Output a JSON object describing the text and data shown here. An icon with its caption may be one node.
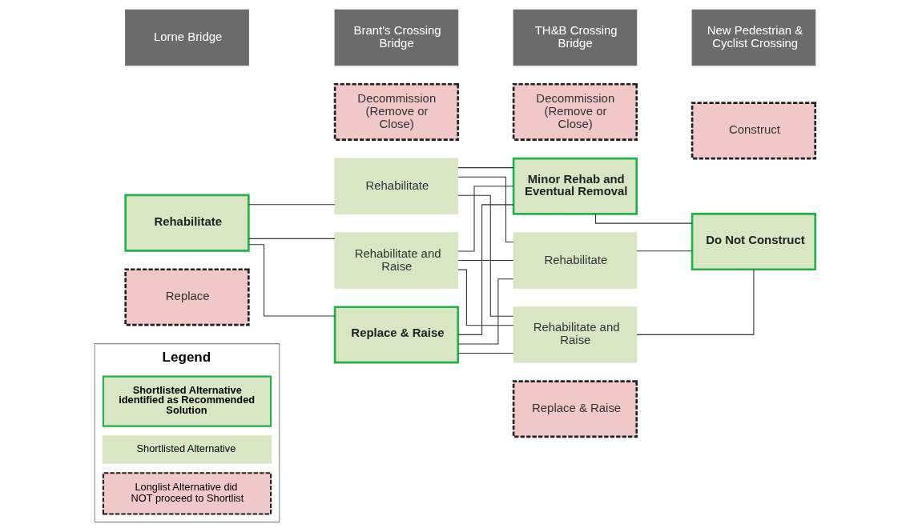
{
  "diagram": {
    "nodes": [
      {
        "text": [
          "Lorne Bridge"
        ]
      },
      {
        "text": [
          "Brant's Crossing Bridge"
        ]
      },
      {
        "text": [
          "TH&B Crossing Bridge"
        ]
      },
      {
        "text": [
          "New Pedestrian & Cyclist Crossing"
        ]
      },
      {
        "text": [
          "Rehabilitate"
        ]
      },
      {
        "text": [
          "Replace"
        ]
      },
      {
        "text": [
          "Decommission (Remove or Close)"
        ]
      },
      {
        "text": [
          "Rehabilitate"
        ]
      },
      {
        "text": [
          "Rehabilitate and Raise"
        ]
      },
      {
        "text": [
          "Replace & Raise"
        ]
      },
      {
        "text": [
          "Decommission (Remove or Close)"
        ]
      },
      {
        "text": [
          "Minor Rehab and Eventual Removal"
        ]
      },
      {
        "text": [
          "Rehabilitate"
        ]
      },
      {
        "text": [
          "Rehabilitate and Raise"
        ]
      },
      {
        "text": [
          "Replace & Raise"
        ]
      },
      {
        "text": [
          "Construct"
        ]
      },
      {
        "text": [
          "Do Not Construct"
        ]
      }
    ],
    "edges": [
      {
        "from": 4,
        "to": 7,
        "arrow": "none"
      },
      {
        "from": 4,
        "to": 8,
        "arrow": "none"
      },
      {
        "from": 4,
        "to": 9,
        "arrow": "none"
      },
      {
        "from": 7,
        "to": 11,
        "arrow": "none"
      },
      {
        "from": 7,
        "to": 12,
        "arrow": "none"
      },
      {
        "from": 7,
        "to": 13,
        "arrow": "none"
      },
      {
        "from": 8,
        "to": 11,
        "arrow": "none"
      },
      {
        "from": 8,
        "to": 12,
        "arrow": "none"
      },
      {
        "from": 8,
        "to": 13,
        "arrow": "none"
      },
      {
        "from": 9,
        "to": 11,
        "arrow": "none"
      },
      {
        "from": 9,
        "to": 12,
        "arrow": "none"
      },
      {
        "from": 9,
        "to": 13,
        "arrow": "none"
      },
      {
        "from": 11,
        "to": 16,
        "arrow": "none"
      },
      {
        "from": 12,
        "to": 16,
        "arrow": "none"
      },
      {
        "from": 13,
        "to": 16,
        "arrow": "none"
      }
    ],
    "labels": [
      "Legend"
    ],
    "legend": [
      {
        "text": "Shortlisted Alternative identified as Recommended Solution",
        "color": "#d8e6c3"
      },
      {
        "text": "Shortlisted Alternative",
        "color": "#d8e6c3"
      },
      {
        "text": "Longlist Alternative did NOT proceed to Shortlist",
        "color": "#f0c8c8"
      }
    ]
  }
}
